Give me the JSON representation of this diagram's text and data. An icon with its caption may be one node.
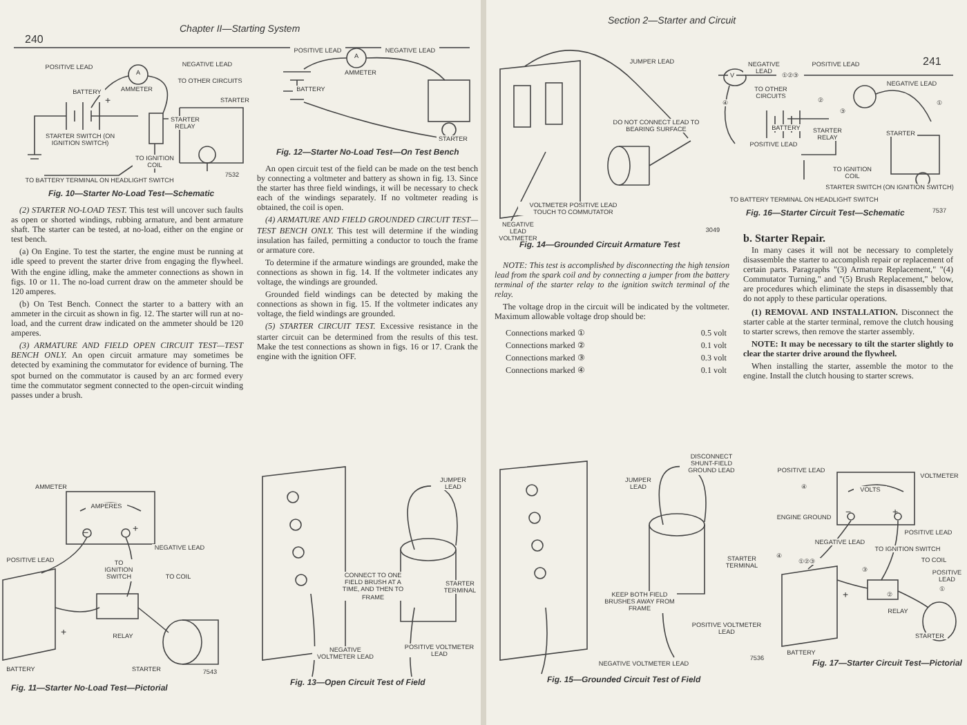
{
  "diagram": {
    "labels": [
      "240",
      "Chapter II—Starting System",
      "POSITIVE LEAD",
      "A",
      "AMMETER",
      "NEGATIVE LEAD",
      "TO OTHER CIRCUITS",
      "BATTERY",
      "+",
      "STARTER",
      "STARTER RELAY",
      "STARTER SWITCH (ON IGNITION SWITCH)",
      "TO IGNITION COIL",
      "TO BATTERY TERMINAL ON HEADLIGHT SWITCH",
      "7532",
      "Fig. 10—Starter No-Load Test—Schematic",
      "*(2) STARTER NO-LOAD TEST.* This test will uncover such faults as open or shorted windings, rubbing armature, and bent armature shaft. The starter can be tested, at no-load, either on the engine or test bench.",
      "(a) On Engine. To test the starter, the engine must be running at idle speed to prevent the starter drive from engaging the flywheel. With the engine idling, make the ammeter connections as shown in figs. 10 or 11. The no-load current draw on the ammeter should be 120 amperes.",
      "(b) On Test Bench. Connect the starter to a battery with an ammeter in the circuit as shown in fig. 12. The starter will run at no-load, and the current draw indicated on the ammeter should be 120 amperes.",
      "*(3) ARMATURE AND FIELD OPEN CIRCUIT TEST—TEST BENCH ONLY.* An open circuit armature may sometimes be detected by examining the commutator for evidence of burning. The spot burned on the commutator is caused by an arc formed every time the commutator segment connected to the open-circuit winding passes under a brush.",
      "AMMETER",
      "AMPERES",
      "−",
      "+",
      "POSITIVE LEAD",
      "NEGATIVE LEAD",
      "TO IGNITION SWITCH",
      "TO COIL",
      "+",
      "RELAY",
      "BATTERY",
      "STARTER",
      "7543",
      "Fig. 11—Starter No-Load Test—Pictorial",
      "POSITIVE LEAD",
      "A",
      "AMMETER",
      "NEGATIVE LEAD",
      "BATTERY",
      "STARTER",
      "Fig. 12—Starter No-Load Test—On Test Bench",
      "An open circuit test of the field can be made on the test bench by connecting a voltmeter and battery as shown in fig. 13. Since the starter has three field windings, it will be necessary to check each of the windings separately. If no voltmeter reading is obtained, the coil is open.",
      "*(4) ARMATURE AND FIELD GROUNDED CIRCUIT TEST—TEST BENCH ONLY.* This test will determine if the winding insulation has failed, permitting a conductor to touch the frame or armature core.",
      "To determine if the armature windings are grounded, make the connections as shown in fig. 14. If the voltmeter indicates any voltage, the windings are grounded.",
      "Grounded field windings can be detected by making the connections as shown in fig. 15. If the voltmeter indicates any voltage, the field windings are grounded.",
      "*(5) STARTER CIRCUIT TEST.* Excessive resistance in the starter circuit can be determined from the results of this test. Make the test connections as shown in figs. 16 or 17. Crank the engine with the ignition OFF.",
      "JUMPER LEAD",
      "CONNECT TO ONE FIELD BRUSH AT A TIME, AND THEN TO FRAME",
      "STARTER TERMINAL",
      "NEGATIVE VOLTMETER LEAD",
      "POSITIVE VOLTMETER LEAD",
      "Fig. 13—Open Circuit Test of Field",
      "Section 2—Starter and Circuit",
      "241",
      "JUMPER LEAD",
      "DO NOT CONNECT LEAD TO BEARING SURFACE",
      "VOLTMETER POSITIVE LEAD TOUCH TO COMMUTATOR",
      "NEGATIVE LEAD VOLTMETER",
      "3049",
      "Fig. 14—Grounded Circuit Armature Test",
      "V",
      "NEGATIVE LEAD",
      "①②③",
      "POSITIVE LEAD",
      "NEGATIVE LEAD",
      "TO OTHER CIRCUITS",
      "④",
      "②",
      "③",
      "①",
      "BATTERY",
      "STARTER RELAY",
      "POSITIVE LEAD",
      "STARTER",
      "TO IGNITION COIL",
      "STARTER SWITCH (ON IGNITION SWITCH)",
      "TO BATTERY TERMINAL ON HEADLIGHT SWITCH",
      "7537",
      "Fig. 16—Starter Circuit Test—Schematic",
      "NOTE: This test is accomplished by disconnecting the high tension lead from the spark coil and by connecting a jumper from the battery terminal of the starter relay to the ignition switch terminal of the relay.",
      "The voltage drop in the circuit will be indicated by the voltmeter. Maximum allowable voltage drop should be:",
      "Connections marked ①",
      "0.5 volt",
      "Connections marked ②",
      "0.1 volt",
      "Connections marked ③",
      "0.3 volt",
      "Connections marked ④",
      "0.1 volt",
      "b. Starter Repair.",
      "In many cases it will not be necessary to completely disassemble the starter to accomplish repair or replacement of certain parts. Paragraphs \"(3) Armature Replacement,\" \"(4) Commutator Turning,\" and \"(5) Brush Replacement,\" below, are procedures which eliminate the steps in disassembly that do not apply to these particular operations.",
      "**(1) REMOVAL AND INSTALLATION.** Disconnect the starter cable at the starter terminal, remove the clutch housing to starter screws, then remove the starter assembly.",
      "NOTE: It may be necessary to tilt the starter slightly to clear the starter drive around the flywheel.",
      "When installing the starter, assemble the motor to the engine. Install the clutch housing to starter screws.",
      "JUMPER LEAD",
      "DISCONNECT SHUNT-FIELD GROUND LEAD",
      "STARTER TERMINAL",
      "KEEP BOTH FIELD BRUSHES AWAY FROM FRAME",
      "POSITIVE VOLTMETER LEAD",
      "NEGATIVE VOLTMETER LEAD",
      "7536",
      "Fig. 15—Grounded Circuit Test of Field",
      "POSITIVE LEAD",
      "④",
      "ENGINE GROUND",
      "VOLTMETER",
      "VOLTS",
      "−",
      "+",
      "POSITIVE LEAD",
      "NEGATIVE LEAD",
      "TO IGNITION SWITCH",
      "TO COIL",
      "POSITIVE LEAD",
      "④",
      "①②③",
      "③",
      "+",
      "②",
      "①",
      "RELAY",
      "BATTERY",
      "STARTER",
      "Fig. 17—Starter Circuit Test—Pictorial"
    ]
  }
}
